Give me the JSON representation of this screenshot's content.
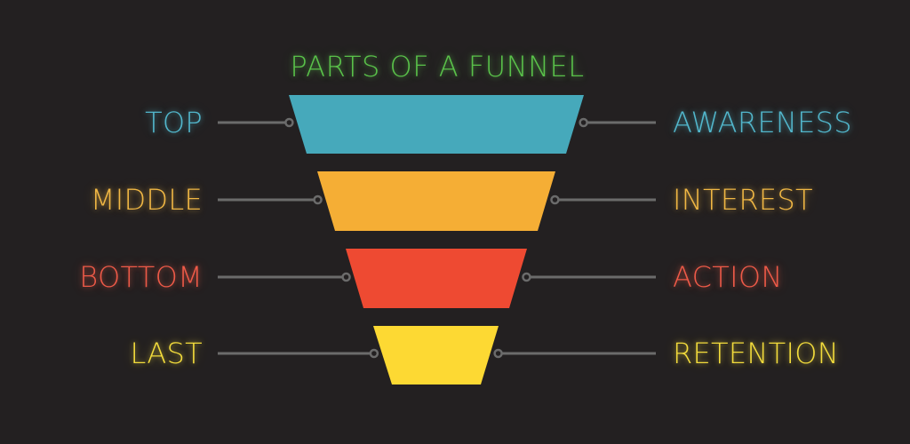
{
  "title": "PARTS OF A FUNNEL",
  "title_color": "#5ac24a",
  "connector_color": "#6b6b6b",
  "stages": [
    {
      "left_label": "TOP",
      "right_label": "AWARENESS",
      "label_color": "#52b7cc",
      "fill": "#46a9bb"
    },
    {
      "left_label": "MIDDLE",
      "right_label": "INTEREST",
      "label_color": "#f0b744",
      "fill": "#f5ae35"
    },
    {
      "left_label": "BOTTOM",
      "right_label": "ACTION",
      "label_color": "#ee5a48",
      "fill": "#ee4a32"
    },
    {
      "left_label": "LAST",
      "right_label": "RETENTION",
      "label_color": "#f3dc3c",
      "fill": "#fdd933"
    }
  ]
}
